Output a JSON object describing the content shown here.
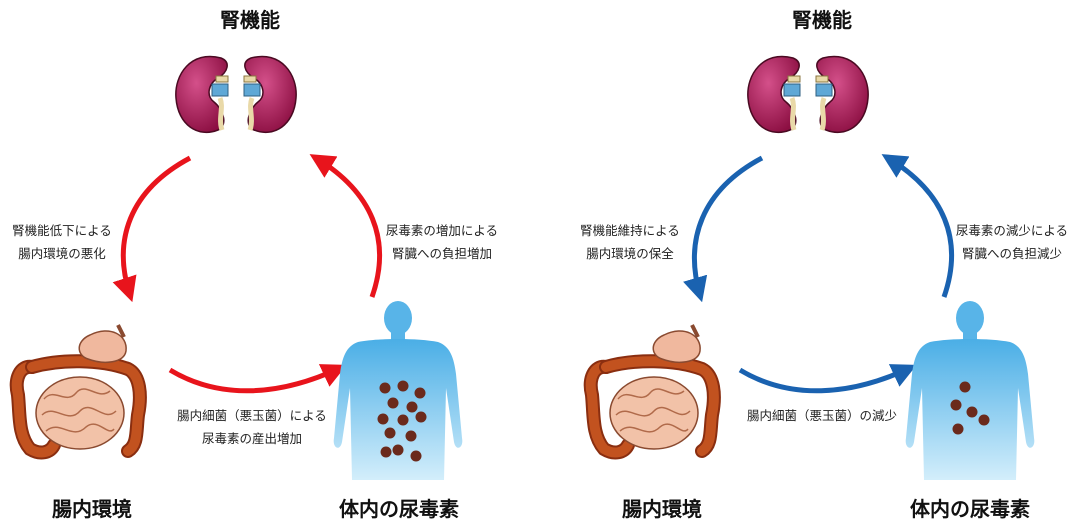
{
  "colors": {
    "worsening_arrow": "#e8141c",
    "improving_arrow": "#1a62b0",
    "kidney": "#a0154f",
    "kidney_highlight": "#d4508a",
    "body_light": "#bfe5f8",
    "body_dark": "#4aaee6",
    "toxin_dot": "#6b2a1c",
    "intestine_large": "#b8421c",
    "intestine_small": "#f2c2a8"
  },
  "left": {
    "kidney_title": "腎機能",
    "gut_title": "腸内環境",
    "toxin_title": "体内の尿毒素",
    "arrow_kidney_to_gut": [
      "腎機能低下による",
      "腸内環境の悪化"
    ],
    "arrow_toxin_to_kidney": [
      "尿毒素の増加による",
      "腎臓への負担増加"
    ],
    "arrow_gut_to_toxin": [
      "腸内細菌（悪玉菌）による",
      "尿毒素の産出増加"
    ]
  },
  "right": {
    "kidney_title": "腎機能",
    "gut_title": "腸内環境",
    "toxin_title": "体内の尿毒素",
    "arrow_kidney_to_gut": [
      "腎機能維持による",
      "腸内環境の保全"
    ],
    "arrow_toxin_to_kidney": [
      "尿毒素の減少による",
      "腎臓への負担減少"
    ],
    "arrow_gut_to_toxin": [
      "腸内細菌（悪玉菌）の減少"
    ]
  }
}
